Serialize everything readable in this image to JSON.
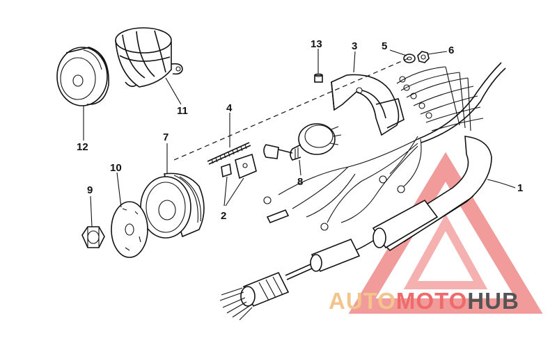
{
  "callouts": [
    {
      "id": "1",
      "label": "1"
    },
    {
      "id": "2",
      "label": "2"
    },
    {
      "id": "3",
      "label": "3"
    },
    {
      "id": "4",
      "label": "4"
    },
    {
      "id": "5",
      "label": "5"
    },
    {
      "id": "6",
      "label": "6"
    },
    {
      "id": "7",
      "label": "7"
    },
    {
      "id": "8",
      "label": "8"
    },
    {
      "id": "9",
      "label": "9"
    },
    {
      "id": "10",
      "label": "10"
    },
    {
      "id": "11",
      "label": "11"
    },
    {
      "id": "12",
      "label": "12"
    },
    {
      "id": "13",
      "label": "13"
    }
  ],
  "watermark": {
    "part1": "AUTO",
    "part2": "MOTO",
    "part3": "HUB",
    "color_light": "#f3c48c",
    "color_red": "#ef6a6a",
    "color_dark": "#555555"
  }
}
